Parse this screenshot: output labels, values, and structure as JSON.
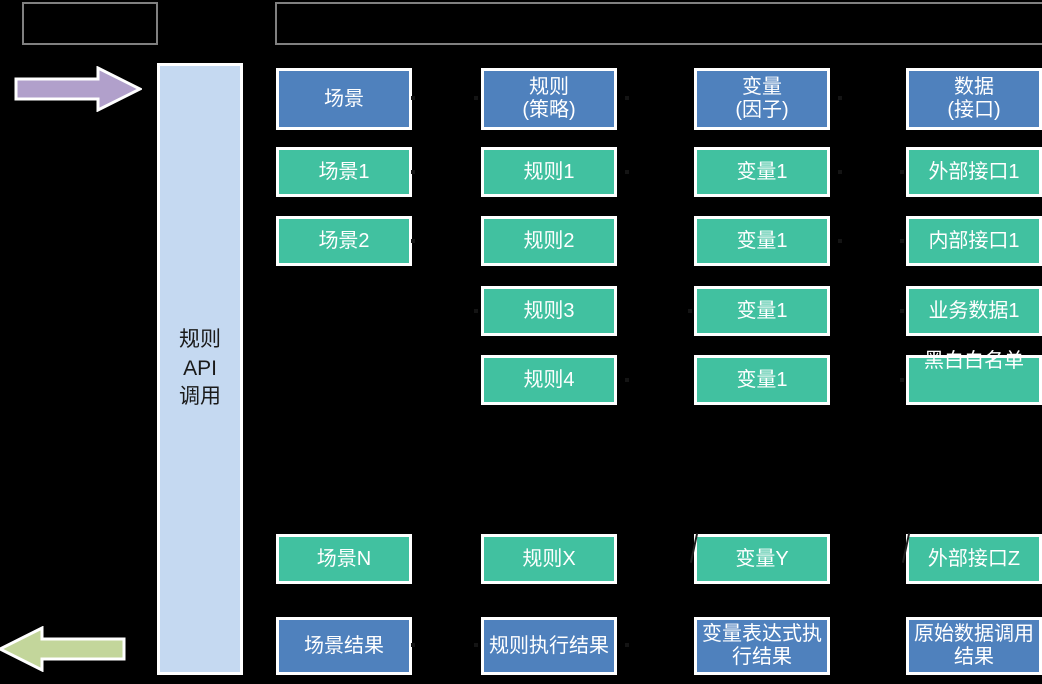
{
  "diagram": {
    "title_boxes": [
      {
        "name": "header-box-left",
        "text": ""
      },
      {
        "name": "header-box-right",
        "text": ""
      }
    ],
    "arrows": [
      {
        "name": "inbound-arrow",
        "direction": "right",
        "color": "#b1a0cb",
        "label": ""
      },
      {
        "name": "outbound-arrow",
        "direction": "left",
        "color": "#c3d69b",
        "label": ""
      }
    ],
    "api_bar": {
      "label": "规则\nAPI\n调用",
      "line1": "规则",
      "line2": "API",
      "line3": "调用",
      "color": "#c5d9f1"
    },
    "colors": {
      "header_node": "#4f81bd",
      "item_node": "#41c1a0",
      "result_node": "#4f81bd",
      "api_bar": "#c5d9f1",
      "background": "#000000",
      "border": "#ffffff",
      "outline": "#808080"
    },
    "columns": [
      {
        "id": "scene",
        "header": "场景",
        "items": [
          "场景1",
          "场景2"
        ],
        "last_item": "场景N",
        "result": "场景结果"
      },
      {
        "id": "rule",
        "header": "规则\n(策略)",
        "header_line1": "规则",
        "header_line2": "(策略)",
        "items": [
          "规则1",
          "规则2",
          "规则3",
          "规则4"
        ],
        "last_item": "规则X",
        "result": "规则执行结果"
      },
      {
        "id": "variable",
        "header": "变量\n(因子)",
        "header_line1": "变量",
        "header_line2": "(因子)",
        "items": [
          "变量1",
          "变量1",
          "变量1",
          "变量1"
        ],
        "last_item": "变量Y",
        "result": "变量表达式执行结果"
      },
      {
        "id": "data",
        "header": "数据\n(接口)",
        "header_line1": "数据",
        "header_line2": "(接口)",
        "items": [
          "外部接口1",
          "内部接口1",
          "业务数据1",
          "黑白白名单"
        ],
        "last_item": "外部接口Z",
        "result": "原始数据调用结果"
      }
    ]
  }
}
